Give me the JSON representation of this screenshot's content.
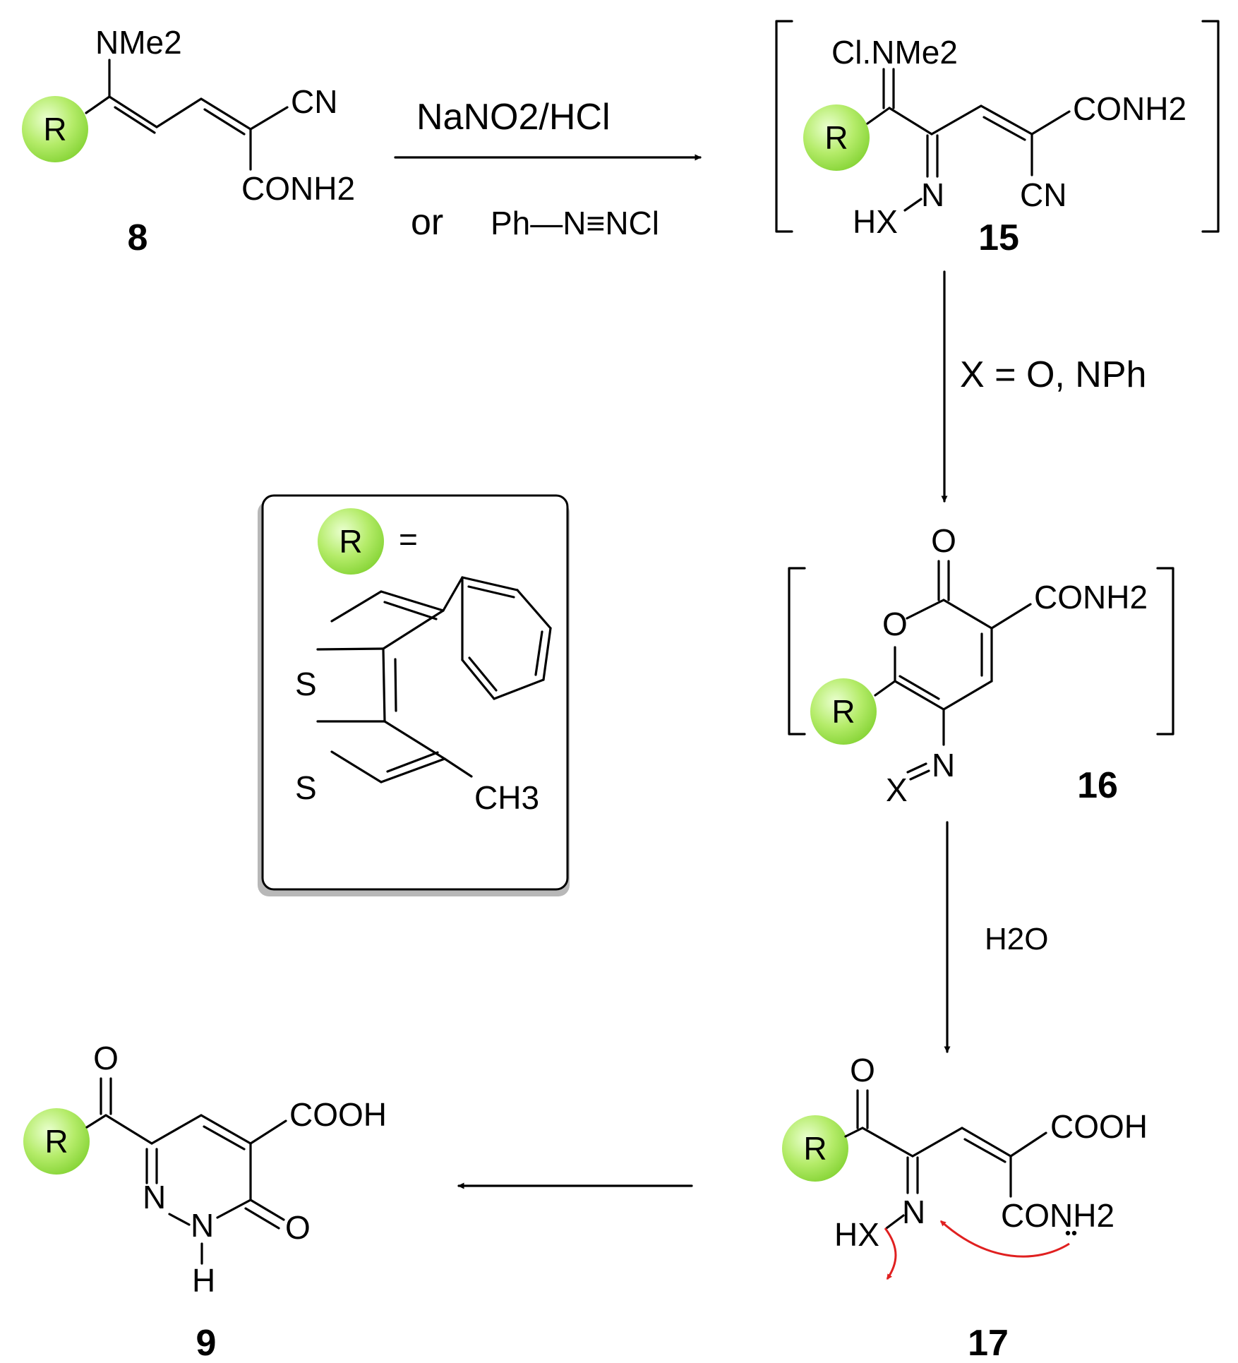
{
  "compounds": [
    {
      "id": "8",
      "label": "8"
    },
    {
      "id": "15",
      "label": "15"
    },
    {
      "id": "16",
      "label": "16"
    },
    {
      "id": "17",
      "label": "17"
    },
    {
      "id": "9",
      "label": "9"
    }
  ],
  "reagents": {
    "step1_top": "NaNO2/HCl",
    "step1_or": "or",
    "step1_bottom": "Ph—N≡NCl",
    "step2": "X = O, NPh",
    "step3": "H2O"
  },
  "substituent_box": {
    "r_symbol": "R",
    "equals": "=",
    "atoms": [
      "S",
      "S",
      "CH3"
    ]
  },
  "atom_labels": {
    "nme2": "NMe2",
    "cn": "CN",
    "conh2": "CONH2",
    "cl_nme2": "Cl.NMe2",
    "hx": "HX",
    "n": "N",
    "o": "O",
    "x": "X",
    "cooh": "COOH",
    "h": "H"
  },
  "colors": {
    "r_group_fill": "#9be24a",
    "r_group_highlight": "#e6ffc8",
    "electron_arrow": "#e02020"
  }
}
